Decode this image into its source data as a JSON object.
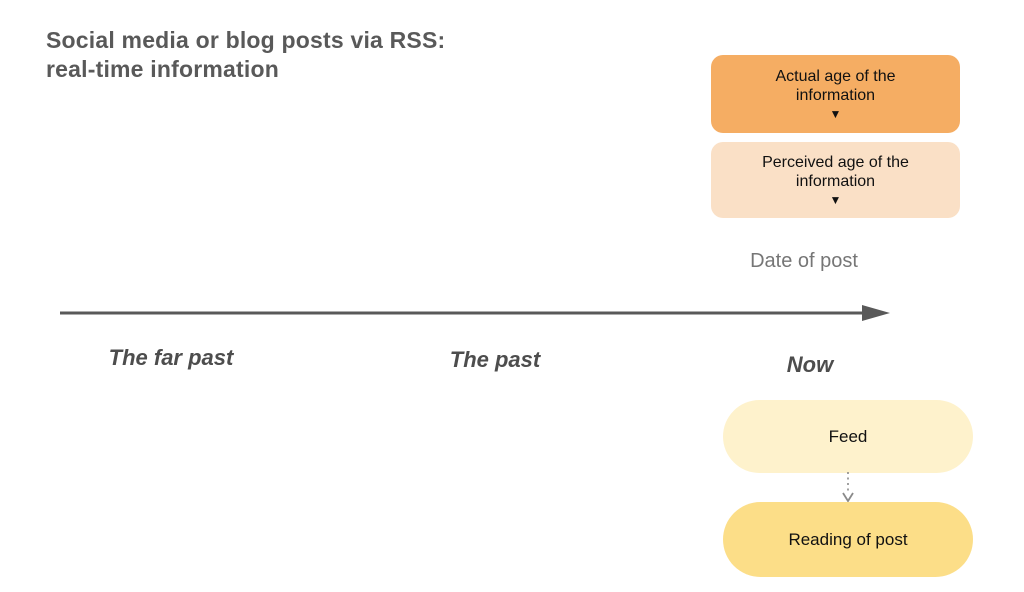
{
  "title": {
    "line1": "Social media or blog posts via RSS:",
    "line2": "real-time information"
  },
  "annotations": {
    "actual_age": {
      "label": "Actual age of the information",
      "marker": "▼",
      "bg_color": "#F5AD63"
    },
    "perceived_age": {
      "label": "Perceived age of the information",
      "marker": "▼",
      "bg_color": "#FAE0C6"
    },
    "axis_caption": "Date of post"
  },
  "timeline": {
    "arrow_color": "#595959",
    "labels": [
      {
        "text": "The far past"
      },
      {
        "text": "The past"
      },
      {
        "text": "Now"
      }
    ]
  },
  "flow": {
    "nodes": [
      {
        "label": "Feed",
        "bg_color": "#FEF2CC"
      },
      {
        "label": "Reading of post",
        "bg_color": "#FCDE88"
      }
    ],
    "connector_style": "dotted-arrow-down",
    "connector_color": "#8A8A8A"
  },
  "colors": {
    "title_text": "#595959",
    "timeline_label_text": "#4D4D4D",
    "axis_caption_text": "#767676",
    "box_text": "#111111"
  }
}
